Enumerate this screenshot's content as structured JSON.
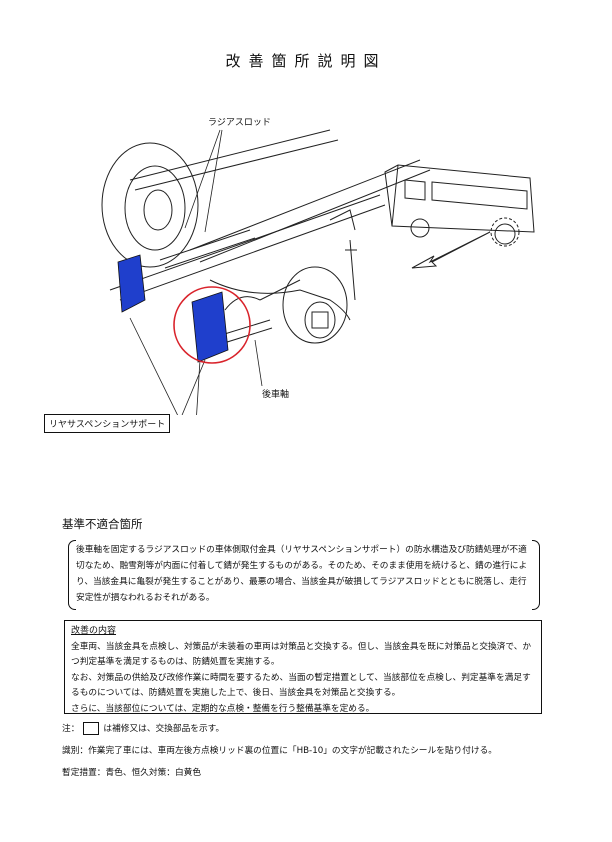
{
  "title": "改善箇所説明図",
  "labels": {
    "radius_rod": "ラジアスロッド",
    "rear_axle": "後車軸",
    "rear_suspension_support": "リヤサスペンションサポート"
  },
  "nonconformity": {
    "heading": "基準不適合箇所",
    "text": "後車軸を固定するラジアスロッドの車体側取付金具（リヤサスペンションサポート）の防水構造及び防錆処理が不適切なため、融雪剤等が内面に付着して錆が発生するものがある。そのため、そのまま使用を続けると、錆の進行により、当該金具に亀裂が発生することがあり、最悪の場合、当該金具が破損してラジアスロッドとともに脱落し、走行安定性が損なわれるおそれがある。"
  },
  "improvement": {
    "heading": "改善の内容",
    "lines": [
      "全車両、当該金具を点検し、対策品が未装着の車両は対策品と交換する。但し、当該金具を既に対策品と交換済で、かつ判定基準を満足するものは、防錆処置を実施する。",
      "なお、対策品の供給及び改修作業に時間を要するため、当面の暫定措置として、当該部位を点検し、判定基準を満足するものについては、防錆処置を実施した上で、後日、当該金具を対策品と交換する。",
      "さらに、当該部位については、定期的な点検・整備を行う整備基準を定める。"
    ]
  },
  "footer": {
    "note_prefix": "注：",
    "note_text": "は補修又は、交換部品を示す。",
    "identification": "識別：作業完了車には、車両左後方点検リッド裏の位置に「HB-10」の文字が記載されたシールを貼り付ける。",
    "interim_measure": "暫定措置：青色、恒久対策：白黄色"
  },
  "colors": {
    "highlight_part": "#1f3fcc",
    "circle": "#d9232b"
  }
}
